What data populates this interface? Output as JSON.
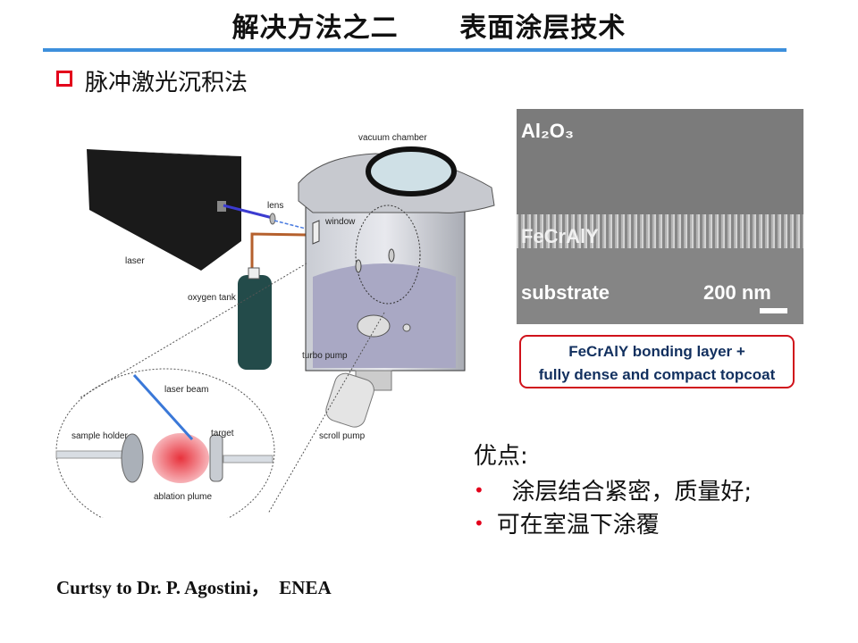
{
  "header": {
    "title": "解决方法之二      表面涂层技术"
  },
  "section": {
    "subtitle": "脉冲激光沉积法"
  },
  "diagram": {
    "labels": {
      "vacuum_chamber": "vacuum chamber",
      "lens": "lens",
      "window": "window",
      "laser": "laser",
      "oxygen_tank": "oxygen tank",
      "turbo_pump": "turbo pump",
      "scroll_pump": "scroll pump",
      "laser_beam": "laser beam",
      "sample_holder": "sample holder",
      "target": "target",
      "ablation_plume": "ablation plume"
    }
  },
  "sem_image": {
    "top_layer": "Al₂O₃",
    "middle_layer": "FeCrAlY",
    "bottom_layer": "substrate",
    "scale_bar": "200 nm"
  },
  "caption": {
    "line1": "FeCrAlY bonding layer +",
    "line2": "fully dense and compact topcoat"
  },
  "advantages": {
    "title": "优点:",
    "items": [
      "涂层结合紧密，质量好;",
      "可在室温下涂覆"
    ]
  },
  "credit": "Curtsy to Dr. P. Agostini，  ENEA",
  "colors": {
    "accent_blue": "#3d8fdc",
    "accent_red": "#e3001b",
    "caption_text": "#12305f"
  }
}
